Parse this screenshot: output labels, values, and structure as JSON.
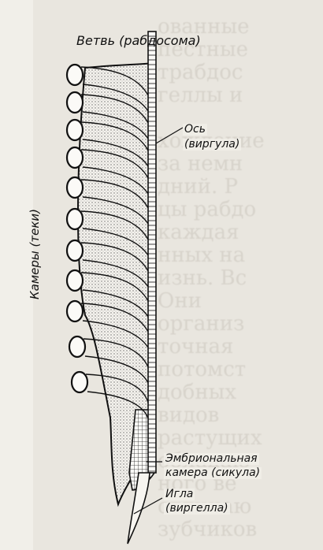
{
  "figure": {
    "labels": {
      "branch": "Ветвь (рабдосома)",
      "axis_line1": "Ось",
      "axis_line2": "(виргула)",
      "chambers": "Камеры (теки)",
      "sicula_line1": "Эмбриональная",
      "sicula_line2": "камера (сикула)",
      "needle_line1": "Игла",
      "needle_line2": "(виргелла)"
    },
    "background_text": "ованные\nпестные\nтрабдос\nгеллы и\n\nхождение\nза немн\nдний. Р\nцы рабдо\nкаждая\nнных на\nизнь. Вс\nОни\nорганиз\nточная\nпотомст\nдобных\nвидов\nрастущих\nобладаю\nного ве\nотличаю\nзубчиков"
  }
}
